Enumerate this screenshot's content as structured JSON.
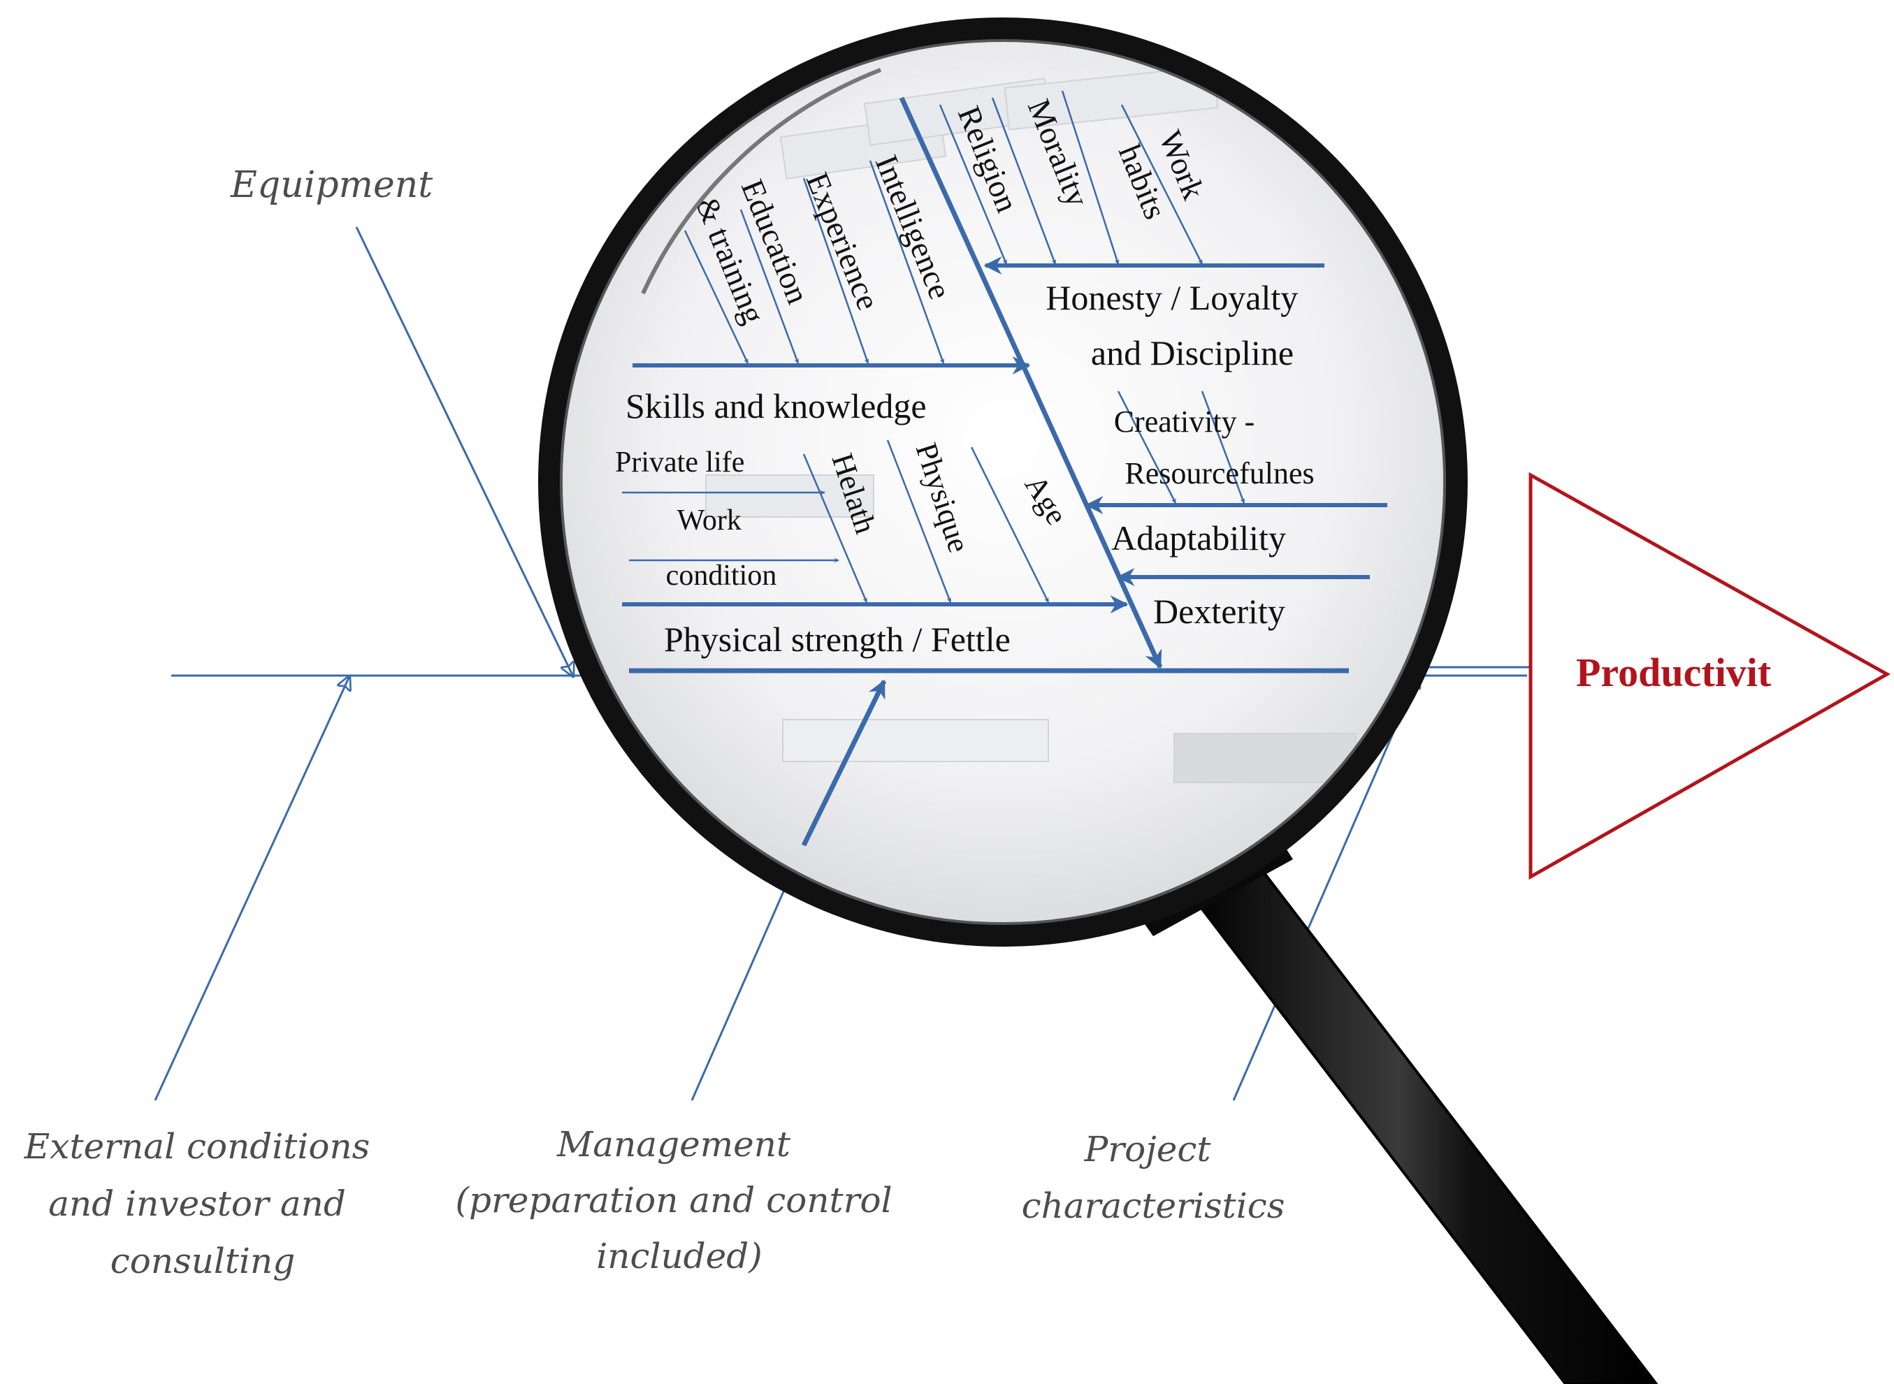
{
  "diagram": {
    "effect": "Productivit",
    "outer_causes": {
      "equipment": "Equipment",
      "external": [
        "External conditions",
        "and investor and",
        "consulting"
      ],
      "management": [
        "Management",
        "(preparation and control",
        "included)"
      ],
      "project": [
        "Project",
        "characteristics"
      ]
    },
    "inner_causes": {
      "skills": {
        "title": "Skills and knowledge",
        "education": [
          "Education",
          "& training"
        ],
        "experience": "Experience",
        "intelligence": "Intelligence"
      },
      "physical": {
        "title": "Physical strength / Fettle",
        "private_life": "Private life",
        "work_condition": [
          "Work",
          "condition"
        ],
        "health": "Helath",
        "physique": "Physique",
        "age": "Age"
      },
      "honesty": {
        "title": [
          "Honesty / Loyalty",
          "and Discipline"
        ],
        "religion": "Religion",
        "morality": "Morality",
        "work_habits": [
          "Work",
          "habits"
        ]
      },
      "creativity": [
        "Creativity -",
        "Resourcefulnes"
      ],
      "adaptability": "Adaptability",
      "dexterity": "Dexterity"
    }
  },
  "colors": {
    "arrow_blue": "#3a6aaa",
    "effect_red": "#b3141c",
    "label_gray": "#4d4d4d",
    "lens_ring": "#111111"
  }
}
